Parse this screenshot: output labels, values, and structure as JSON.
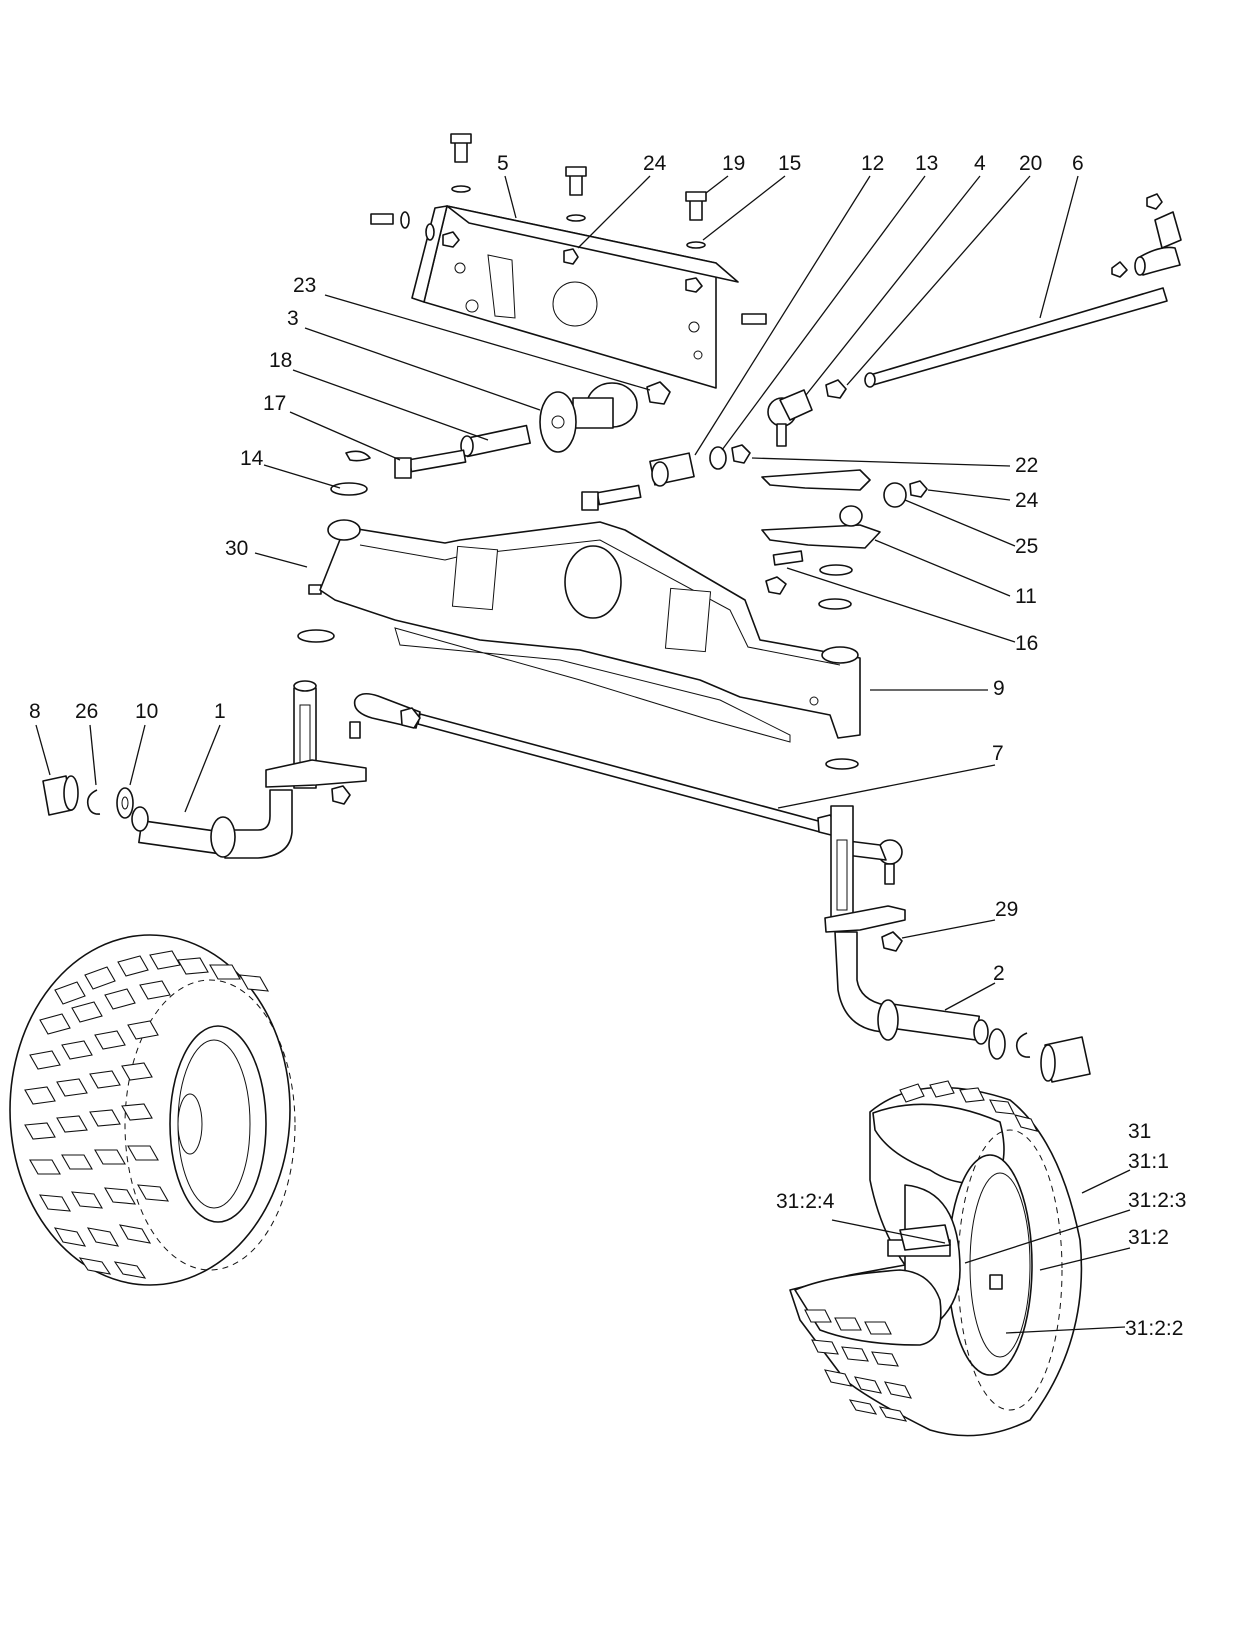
{
  "diagram": {
    "callouts": [
      {
        "id": "c5",
        "text": "5"
      },
      {
        "id": "c24a",
        "text": "24"
      },
      {
        "id": "c19",
        "text": "19"
      },
      {
        "id": "c15",
        "text": "15"
      },
      {
        "id": "c12",
        "text": "12"
      },
      {
        "id": "c13",
        "text": "13"
      },
      {
        "id": "c4",
        "text": "4"
      },
      {
        "id": "c20",
        "text": "20"
      },
      {
        "id": "c6",
        "text": "6"
      },
      {
        "id": "c23",
        "text": "23"
      },
      {
        "id": "c3",
        "text": "3"
      },
      {
        "id": "c18",
        "text": "18"
      },
      {
        "id": "c17",
        "text": "17"
      },
      {
        "id": "c14",
        "text": "14"
      },
      {
        "id": "c22",
        "text": "22"
      },
      {
        "id": "c24b",
        "text": "24"
      },
      {
        "id": "c25",
        "text": "25"
      },
      {
        "id": "c11",
        "text": "11"
      },
      {
        "id": "c30",
        "text": "30"
      },
      {
        "id": "c16",
        "text": "16"
      },
      {
        "id": "c9",
        "text": "9"
      },
      {
        "id": "c8",
        "text": "8"
      },
      {
        "id": "c26",
        "text": "26"
      },
      {
        "id": "c10",
        "text": "10"
      },
      {
        "id": "c1",
        "text": "1"
      },
      {
        "id": "c7",
        "text": "7"
      },
      {
        "id": "c29",
        "text": "29"
      },
      {
        "id": "c2",
        "text": "2"
      },
      {
        "id": "c31",
        "text": "31"
      },
      {
        "id": "c31_1",
        "text": "31:1"
      },
      {
        "id": "c31_2_4",
        "text": "31:2:4"
      },
      {
        "id": "c31_2_3",
        "text": "31:2:3"
      },
      {
        "id": "c31_2",
        "text": "31:2"
      },
      {
        "id": "c31_2_2",
        "text": "31:2:2"
      }
    ]
  }
}
